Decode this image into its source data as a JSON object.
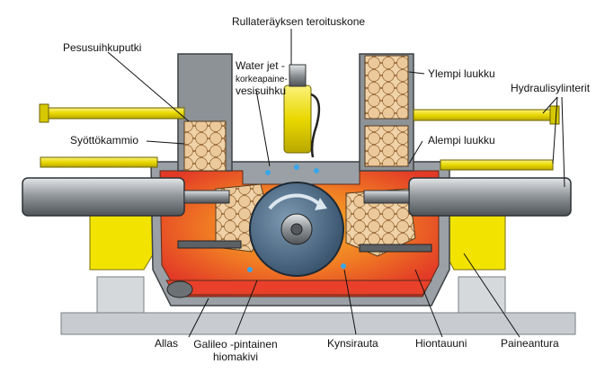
{
  "labels": {
    "sharpener": "Rullateräyksen teroituskone",
    "wash_pipe": "Pesusuihkuputki",
    "water_jet_1": "Water jet -",
    "water_jet_2": "korkeapaine-",
    "water_jet_3": "vesisuihku",
    "upper_hatch": "Ylempi luukku",
    "hydraulic": "Hydraulisylinterit",
    "feed_chamber": "Syöttökammio",
    "lower_hatch": "Alempi luukku",
    "pool": "Allas",
    "stone_1": "Galileo -pintainen",
    "stone_2": "hiomakivi",
    "claw_iron": "Kynsirauta",
    "grinding_tub": "Hiontauuni",
    "pressure_sensor": "Paineantura"
  },
  "colors": {
    "background": "#ffffff",
    "base_grey": "#c8ccd0",
    "cylinder_yellow": "#f2e400",
    "chamber_red": "#e8402a",
    "chamber_orange": "#f5a020",
    "stone_blue": "#4e6d88",
    "log_tan": "#e8c69a",
    "steel_grey": "#7f8488"
  }
}
